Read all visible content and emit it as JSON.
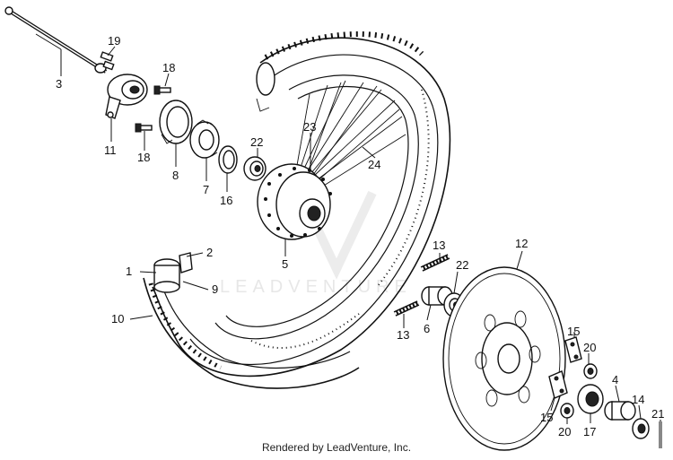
{
  "watermark": "LEADVENTURE",
  "footer": "Rendered by LeadVenture, Inc.",
  "callouts": {
    "c1": "1",
    "c2": "2",
    "c3": "3",
    "c4": "4",
    "c5": "5",
    "c6": "6",
    "c7": "7",
    "c8": "8",
    "c9": "9",
    "c10": "10",
    "c11": "11",
    "c12": "12",
    "c13a": "13",
    "c13b": "13",
    "c14": "14",
    "c15a": "15",
    "c15b": "15",
    "c16": "16",
    "c17": "17",
    "c18a": "18",
    "c18b": "18",
    "c19": "19",
    "c20a": "20",
    "c20b": "20",
    "c21": "21",
    "c22a": "22",
    "c22b": "22",
    "c23": "23",
    "c24": "24"
  }
}
